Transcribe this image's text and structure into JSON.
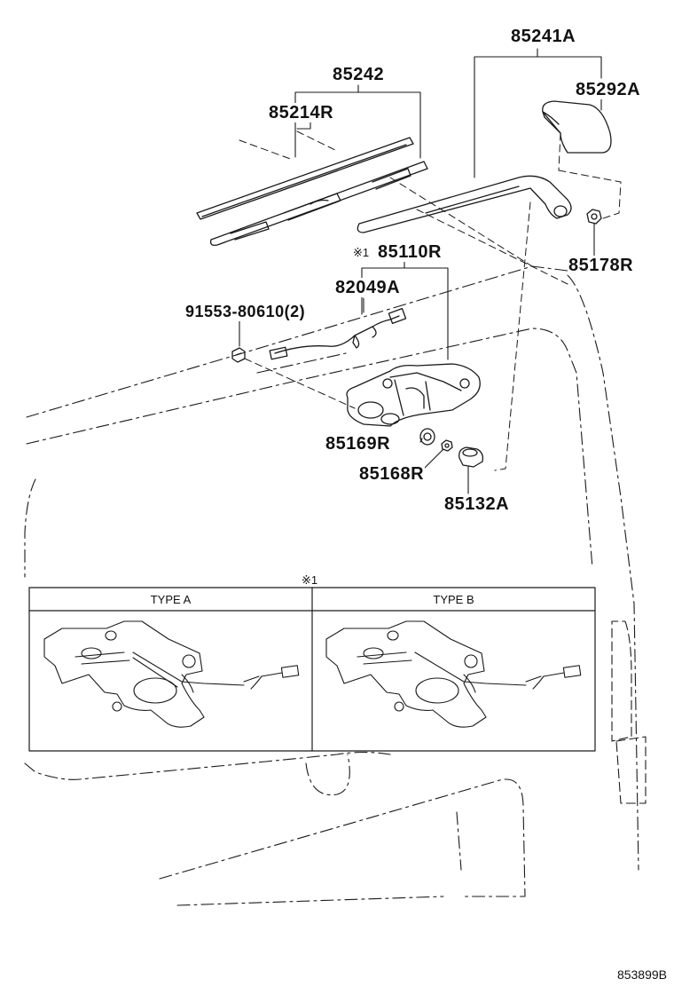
{
  "labels": {
    "p85241A": "85241A",
    "p85292A": "85292A",
    "p85242": "85242",
    "p85214R": "85214R",
    "p85178R": "85178R",
    "p85110R": "85110R",
    "p82049A": "82049A",
    "p91553": "91553-80610(2)",
    "p85169R": "85169R",
    "p85168R": "85168R",
    "p85132A": "85132A"
  },
  "marks": {
    "note_prefix": "※1",
    "box_note": "※1"
  },
  "types": {
    "type_a": "TYPE A",
    "type_b": "TYPE B"
  },
  "diagram_code": "853899B",
  "colors": {
    "line": "#1a1a1a",
    "background": "#ffffff"
  }
}
